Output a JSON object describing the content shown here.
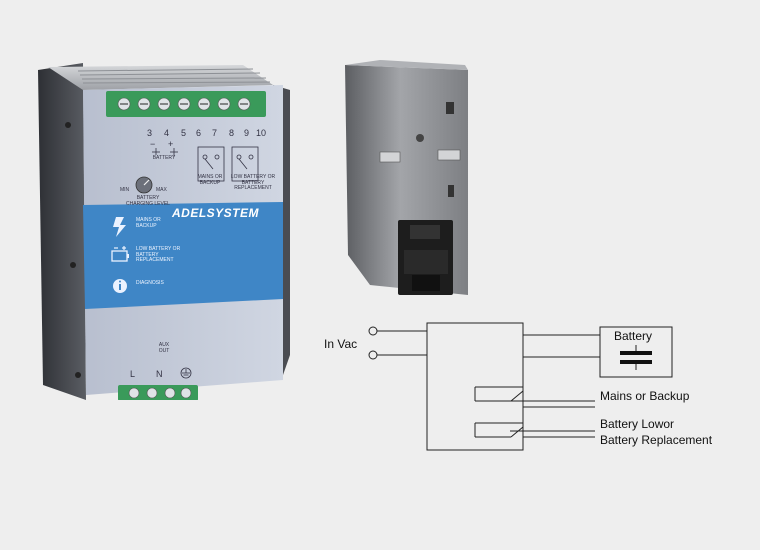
{
  "device_front": {
    "brand": "ADELSYSTEM",
    "terminal_numbers": [
      "3",
      "4",
      "5",
      "6",
      "7",
      "8",
      "9",
      "10"
    ],
    "battery_label": "BATTERY",
    "polarity_minus": "−",
    "polarity_plus": "+",
    "mains_label": "MAINS OR BACKUP",
    "low_battery_top_label": "LOW BATTERY OR BATTERY REPLACEMENT",
    "knob_min": "MIN",
    "knob_max": "MAX",
    "charging_level_label": "BATTERY CHARGING LEVEL",
    "led_mains": "MAINS OR BACKUP",
    "led_low_battery": "LOW BATTERY OR BATTERY REPLACEMENT",
    "led_diagnosis": "DIAGNOSIS",
    "aux_out": "AUX OUT",
    "bottom_L": "L",
    "bottom_N": "N"
  },
  "schematic": {
    "input_label": "In Vac",
    "battery_label": "Battery",
    "mains_backup_label": "Mains or Backup",
    "battery_low_label": "Battery Lowor",
    "battery_replacement_label": "Battery Replacement"
  },
  "colors": {
    "background": "#eeeeee",
    "housing_dark": "#4a4c52",
    "panel_light": "#c6ccda",
    "panel_blue": "#3f86c6",
    "terminal_green": "#3a9a5a",
    "side_metal": "#8c8e92",
    "din_clip": "#1d1d1d"
  },
  "icons": [
    "mains-led-icon",
    "battery-led-icon",
    "diagnosis-info-icon",
    "earth-ground-icon",
    "adjust-knob-icon"
  ]
}
